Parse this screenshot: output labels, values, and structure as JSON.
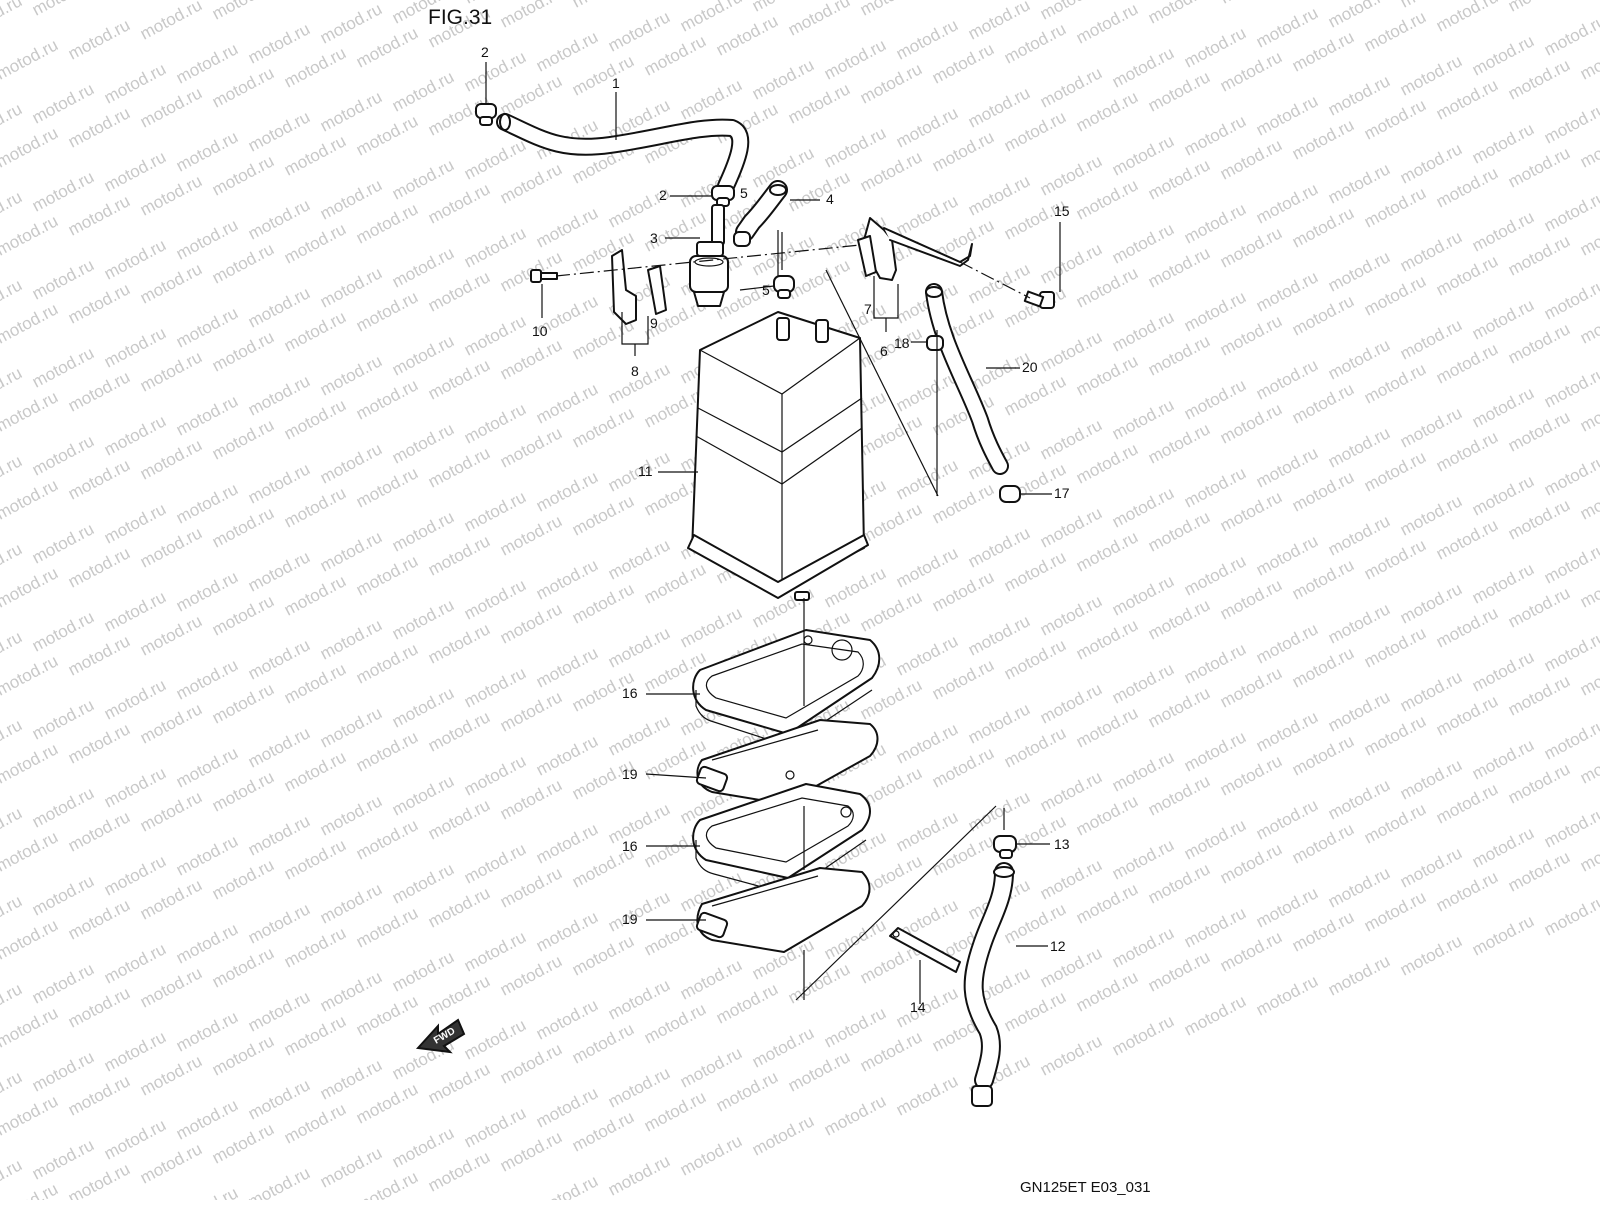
{
  "figure_label": "FIG.31",
  "watermark_text": "motod.ru",
  "drawing_code": "GN125ET E03_031",
  "fwd_label": "FWD",
  "callouts": {
    "c1": "1",
    "c2a": "2",
    "c2b": "2",
    "c3": "3",
    "c4": "4",
    "c5a": "5",
    "c5b": "5",
    "c6": "6",
    "c7": "7",
    "c8": "8",
    "c9": "9",
    "c10": "10",
    "c11": "11",
    "c12": "12",
    "c13": "13",
    "c14": "14",
    "c15": "15",
    "c16a": "16",
    "c16b": "16",
    "c17": "17",
    "c18": "18",
    "c19a": "19",
    "c19b": "19",
    "c20": "20"
  },
  "colors": {
    "ink": "#111111",
    "watermark": "#c8c8c8",
    "background": "#ffffff"
  }
}
